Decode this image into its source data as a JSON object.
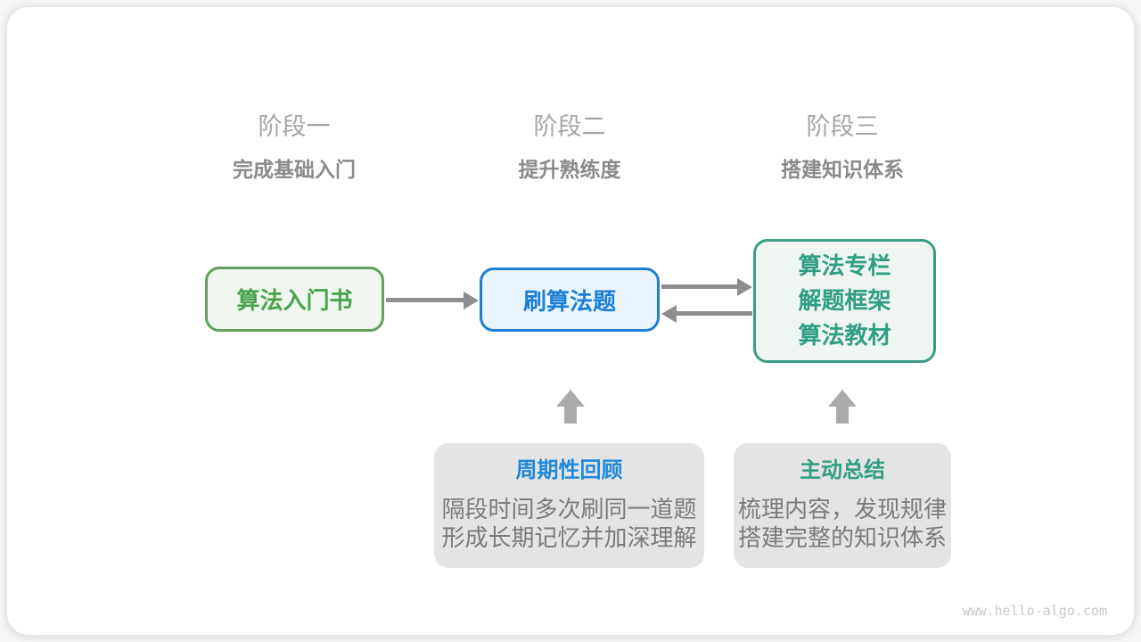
{
  "stages": [
    {
      "title": "阶段一",
      "subtitle": "完成基础入门"
    },
    {
      "title": "阶段二",
      "subtitle": "提升熟练度"
    },
    {
      "title": "阶段三",
      "subtitle": "搭建知识体系"
    }
  ],
  "nodes": {
    "intro_book": {
      "label": "算法入门书"
    },
    "practice": {
      "label": "刷算法题"
    },
    "advanced": {
      "lines": [
        "算法专栏",
        "解题框架",
        "算法教材"
      ]
    }
  },
  "callouts": [
    {
      "title": "周期性回顾",
      "lines": [
        "隔段时间多次刷同一道题",
        "形成长期记忆并加深理解"
      ]
    },
    {
      "title": "主动总结",
      "lines": [
        "梳理内容，发现规律",
        "搭建完整的知识体系"
      ]
    }
  ],
  "watermark": "www.hello-algo.com",
  "icons": [
    "arrow-right-icon",
    "arrow-left-icon",
    "arrow-up-icon"
  ],
  "colors": {
    "page_bg": "#f6f7f8",
    "card_bg": "#ffffff",
    "stage_title": "#a6a6a6",
    "stage_subtitle": "#8a8a8a",
    "green_border": "#61a05d",
    "green_bg": "#f0f7ee",
    "green_text": "#47a44c",
    "blue_border": "#1d7fd8",
    "blue_bg": "#eaf4fc",
    "blue_text": "#1b7fd8",
    "teal_border": "#3a9c85",
    "teal_bg": "#eff6f2",
    "teal_text": "#2f9e83",
    "callout_bg": "#e4e4e4",
    "callout_title_blue": "#1e88db",
    "callout_title_teal": "#2f9e83",
    "callout_body": "#7b7b7b",
    "arrow": "#8e8e8e",
    "up_arrow": "#ababab",
    "watermark": "#c9c9c9"
  }
}
